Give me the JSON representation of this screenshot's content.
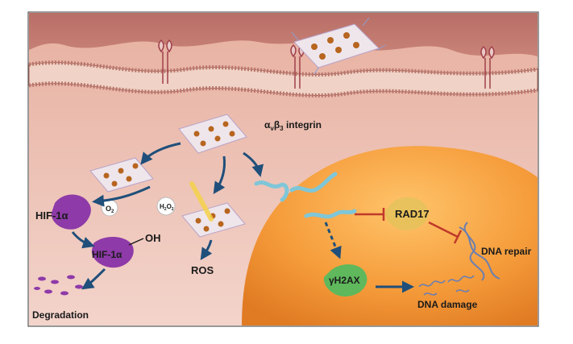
{
  "labels": {
    "integrin": "α",
    "integrin_sub1": "v",
    "integrin_beta": "β",
    "integrin_sub2": "3",
    "integrin_text": "integrin",
    "hif1a": "HIF-1α",
    "hif1a_oh": "HIF-1α",
    "oh": "OH",
    "o2": "O",
    "o2_sub": "2",
    "h2o2": "H",
    "h2o2_sub": "2",
    "h2o2_o": "O",
    "h2o2_sub2": "2",
    "ros": "ROS",
    "degradation": "Degradation",
    "rad17": "RAD17",
    "dna_repair": "DNA repair",
    "h2ax": "γH2AX",
    "dna_damage": "DNA damage"
  },
  "colors": {
    "cell_bg": "#e8b4a4",
    "membrane": "#c97a72",
    "nucleus": "#f29a3a",
    "hif_purple": "#8e3aa8",
    "h2ax_green": "#5fb85c",
    "arrow_blue": "#1f4f7a",
    "inhibit_red": "#c0392b"
  }
}
